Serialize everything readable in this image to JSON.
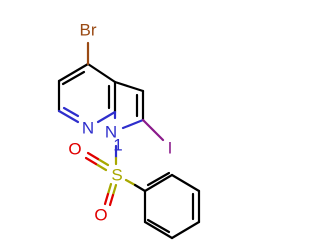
{
  "molecule": {
    "atoms": {
      "br": {
        "label": "Br",
        "color": "#9a4a14"
      },
      "i": {
        "label": "I",
        "color": "#8a1a8a"
      },
      "n_pyridine": {
        "label": "N",
        "color": "#2e2ecc"
      },
      "n_pyrrole": {
        "label": "N",
        "color": "#2e2ecc"
      },
      "n_pyrrole_locant": {
        "label": "1",
        "color": "#2e2ecc"
      },
      "s": {
        "label": "S",
        "color": "#a8a800"
      },
      "o_upper": {
        "label": "O",
        "color": "#e00000"
      },
      "o_lower": {
        "label": "O",
        "color": "#e00000"
      }
    }
  }
}
